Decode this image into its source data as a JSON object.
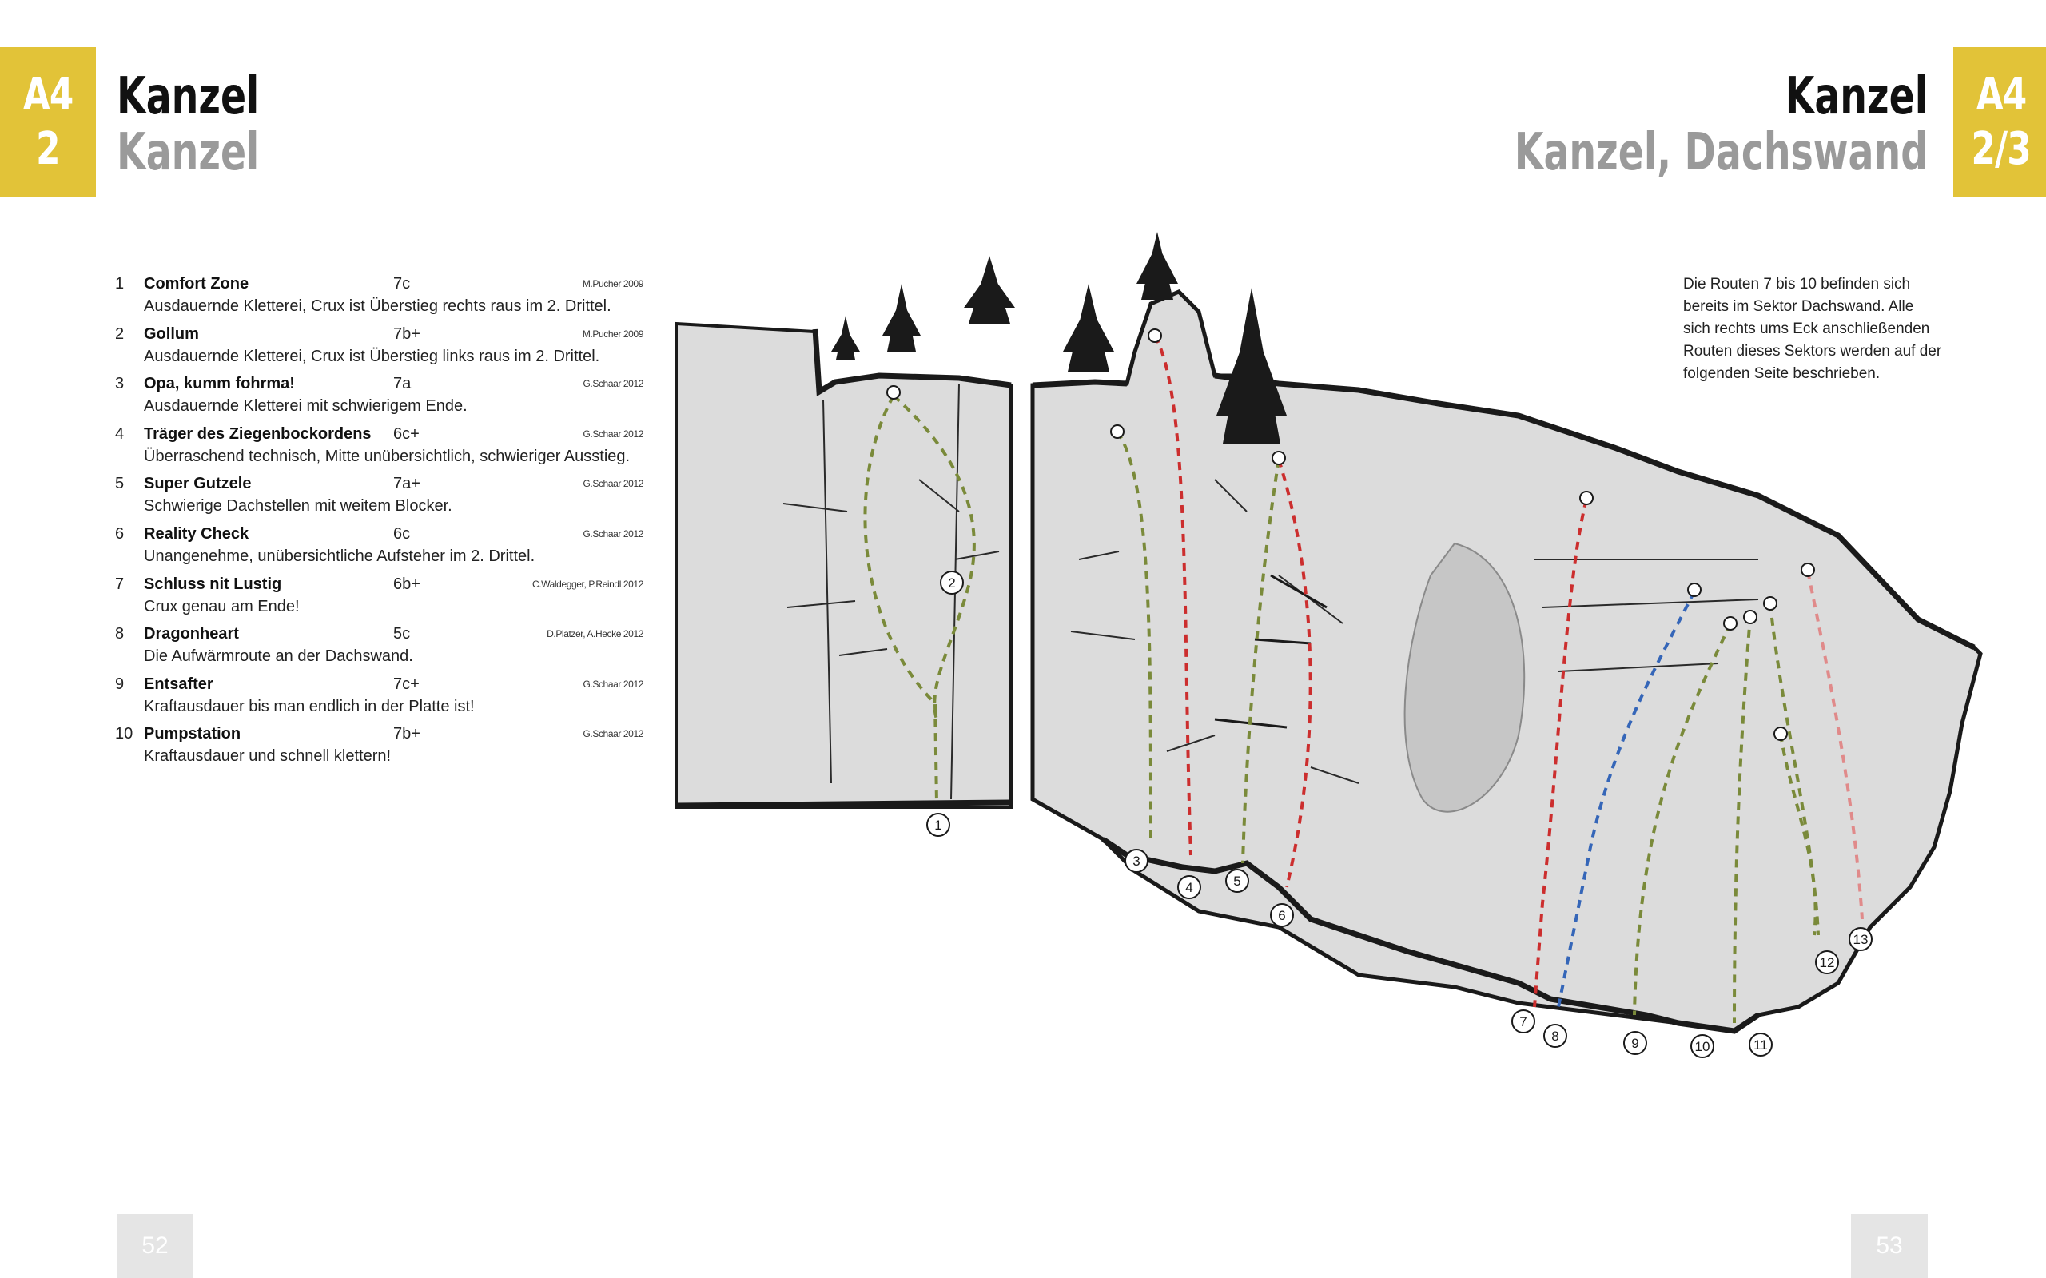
{
  "left_page": {
    "tab": {
      "line1": "A4",
      "line2": "2"
    },
    "title": "Kanzel",
    "subtitle": "Kanzel",
    "page_number": "52"
  },
  "right_page": {
    "tab": {
      "line1": "A4",
      "line2": "2/3"
    },
    "title": "Kanzel",
    "subtitle": "Kanzel, Dachswand",
    "page_number": "53",
    "note_lines": [
      "Die Routen 7 bis 10 befinden sich",
      "bereits im Sektor Dachswand. Alle",
      "sich rechts ums Eck anschließenden",
      "Routen dieses Sektors werden auf der",
      "folgenden Seite beschrieben."
    ]
  },
  "routes": [
    {
      "num": "1",
      "name": "Comfort Zone",
      "grade": "7c",
      "author": "M.Pucher 2009",
      "desc": "Ausdauernde Kletterei, Crux ist Überstieg rechts raus im 2. Drittel."
    },
    {
      "num": "2",
      "name": "Gollum",
      "grade": "7b+",
      "author": "M.Pucher 2009",
      "desc": "Ausdauernde Kletterei, Crux ist Überstieg links raus im 2. Drittel."
    },
    {
      "num": "3",
      "name": "Opa, kumm fohrma!",
      "grade": "7a",
      "author": "G.Schaar 2012",
      "desc": "Ausdauernde Kletterei mit schwierigem Ende."
    },
    {
      "num": "4",
      "name": "Träger des Ziegenbockordens",
      "grade": "6c+",
      "author": "G.Schaar 2012",
      "desc": "Überraschend technisch, Mitte unübersichtlich, schwieriger Ausstieg."
    },
    {
      "num": "5",
      "name": "Super Gutzele",
      "grade": "7a+",
      "author": "G.Schaar 2012",
      "desc": "Schwierige Dachstellen mit weitem Blocker."
    },
    {
      "num": "6",
      "name": "Reality Check",
      "grade": "6c",
      "author": "G.Schaar 2012",
      "desc": "Unangenehme, unübersichtliche Aufsteher im 2. Drittel."
    },
    {
      "num": "7",
      "name": "Schluss nit Lustig",
      "grade": "6b+",
      "author": "C.Waldegger, P.Reindl 2012",
      "desc": "Crux genau am Ende!"
    },
    {
      "num": "8",
      "name": "Dragonheart",
      "grade": "5c",
      "author": "D.Platzer, A.Hecke 2012",
      "desc": "Die Aufwärmroute an der Dachswand."
    },
    {
      "num": "9",
      "name": "Entsafter",
      "grade": "7c+",
      "author": "G.Schaar 2012",
      "desc": "Kraftausdauer bis man endlich in der Platte ist!"
    },
    {
      "num": "10",
      "name": "Pumpstation",
      "grade": "7b+",
      "author": "G.Schaar 2012",
      "desc": "Kraftausdauer und schnell klettern!"
    }
  ],
  "topo": {
    "route_markers": [
      "1",
      "2",
      "3",
      "4",
      "5",
      "6",
      "7",
      "8",
      "9",
      "10",
      "11",
      "12",
      "13"
    ],
    "colors": {
      "tab": "#e2c338",
      "rock": "#dcdcdc",
      "outline": "#1a1a1a",
      "route_green": "#7a8a3a",
      "route_red": "#cc2e2e",
      "route_blue": "#3566b8",
      "route_pink": "#e08a8a"
    }
  }
}
